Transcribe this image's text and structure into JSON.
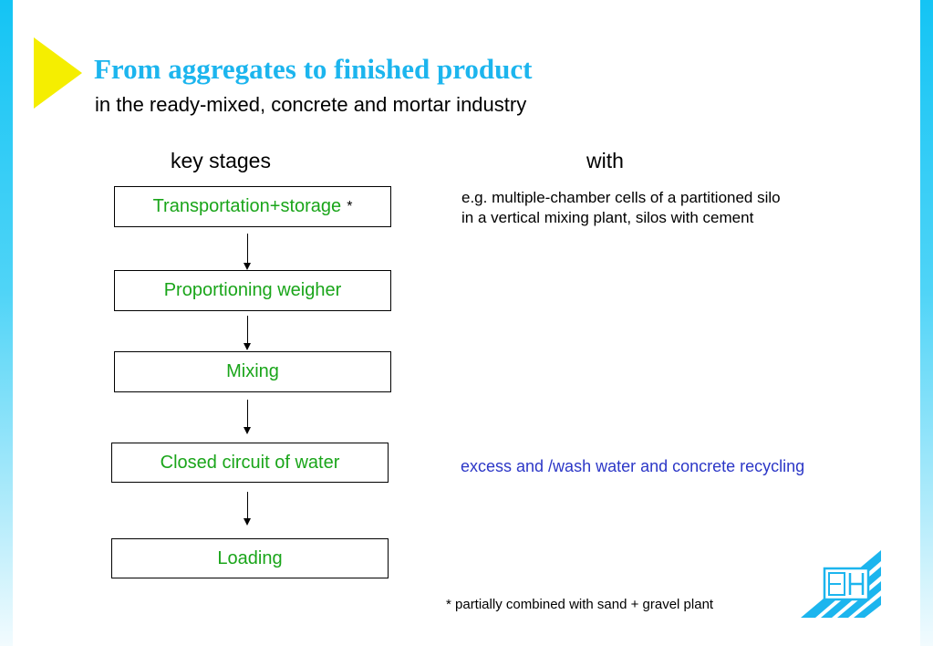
{
  "slide": {
    "title": "From aggregates to finished product",
    "subtitle": "in the ready-mixed, concrete and mortar industry"
  },
  "columns": {
    "left": "key stages",
    "right": "with"
  },
  "stages": [
    {
      "label": "Transportation+storage",
      "marker": "*"
    },
    {
      "label": "Proportioning weigher"
    },
    {
      "label": "Mixing"
    },
    {
      "label": "Closed circuit of water"
    },
    {
      "label": "Loading"
    }
  ],
  "notes": {
    "storage_line1": "e.g. multiple-chamber cells of a partitioned silo",
    "storage_line2": "in a vertical mixing plant, silos with cement",
    "water": "excess and /wash water and concrete recycling"
  },
  "footnote": "* partially combined with sand + gravel plant",
  "colors": {
    "title": "#1cb5ee",
    "stage_text": "#1aa51a",
    "note_blue": "#2c37c7",
    "accent_bar": "#14c4f4",
    "triangle": "#f5ee00"
  }
}
